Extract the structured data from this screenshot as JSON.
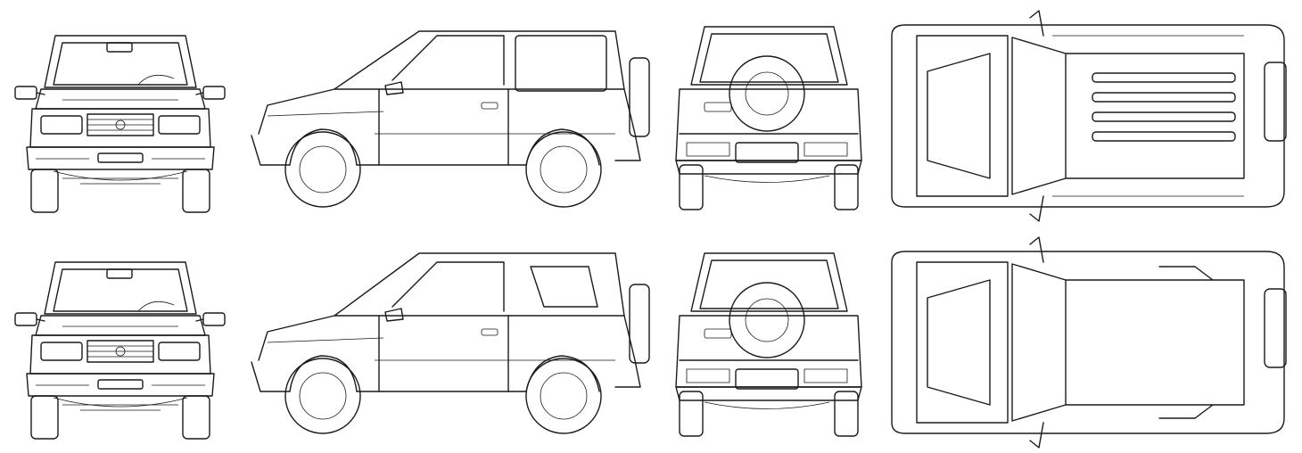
{
  "sheet": {
    "background": "#ffffff",
    "line_color": "#1a1a1a",
    "rows": [
      {
        "variant": "metal-top",
        "views": [
          "front",
          "side",
          "rear",
          "top"
        ]
      },
      {
        "variant": "soft-top",
        "views": [
          "front",
          "side",
          "rear",
          "top"
        ]
      }
    ]
  }
}
